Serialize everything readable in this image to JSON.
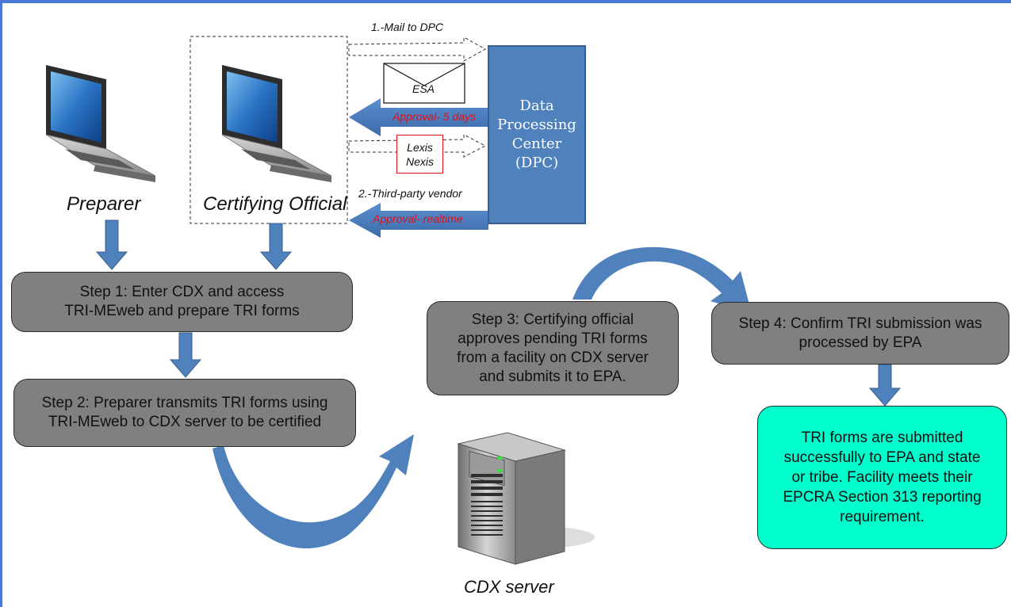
{
  "actors": {
    "preparer": "Preparer",
    "certifying_official": "Certifying Official"
  },
  "dpc": {
    "lines": [
      "Data",
      "Processing",
      "Center",
      "(DPC)"
    ]
  },
  "routes": {
    "mail_label": "1.-Mail to DPC",
    "envelope_label": "ESA",
    "mail_approval": "Approval- 5 days",
    "vendor_box_lines": [
      "Lexis",
      "Nexis"
    ],
    "vendor_label": "2.-Third-party vendor",
    "vendor_approval": "Approval- realtime"
  },
  "steps": [
    {
      "lines": [
        "Step 1: Enter CDX and access",
        "TRI-MEweb and prepare TRI forms"
      ]
    },
    {
      "lines": [
        "Step 2: Preparer transmits TRI forms using",
        "TRI-MEweb to CDX server to be certified"
      ]
    },
    {
      "lines": [
        "Step 3: Certifying official",
        "approves pending TRI forms",
        "from a facility on CDX server",
        "and submits it to EPA."
      ]
    },
    {
      "lines": [
        "Step 4: Confirm TRI submission was",
        "processed by EPA"
      ]
    }
  ],
  "result": {
    "lines": [
      "TRI forms are submitted",
      "successfully to EPA and state",
      "or tribe. Facility meets their",
      "EPCRA Section 313 reporting",
      "requirement."
    ]
  },
  "server_label": "CDX server",
  "colors": {
    "border": "#4a78d6",
    "arrow_blue": "#4f81bd",
    "step_gray": "#808080",
    "result_teal": "#00ffcc",
    "approval_red": "#e0101a"
  }
}
